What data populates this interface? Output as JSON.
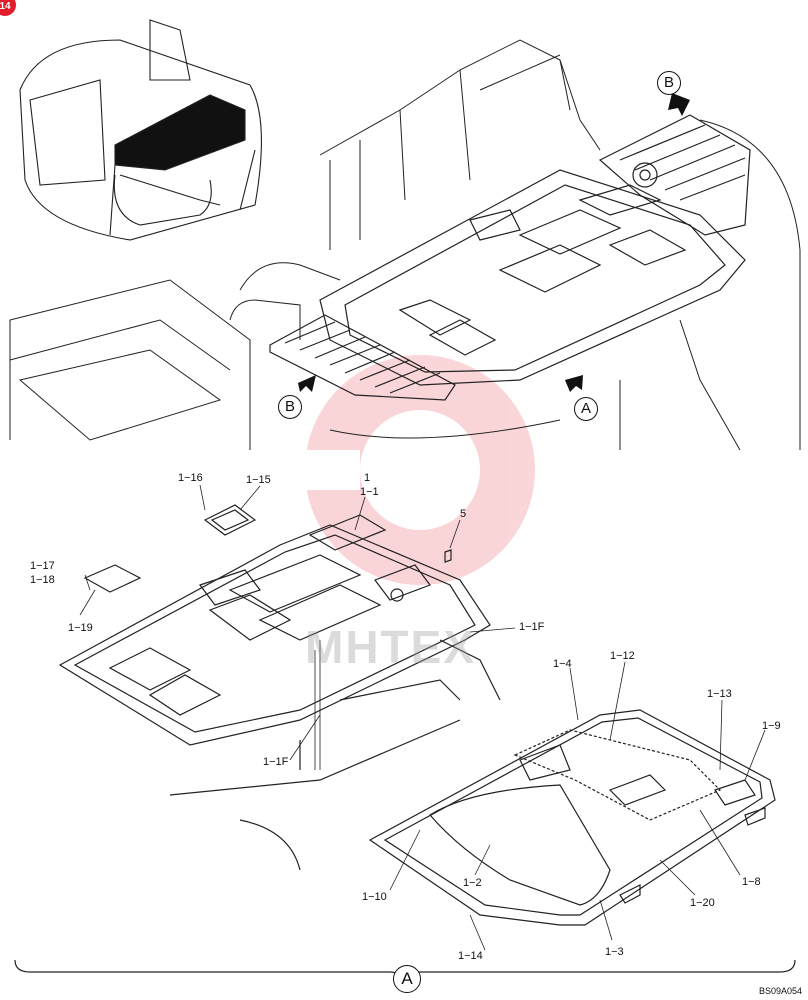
{
  "page": {
    "badge_text": "14",
    "drawing_code": "BS09A054",
    "watermark_text": "MHTEX",
    "accent_color": "#e11d2e",
    "line_color": "#222222"
  },
  "view_labels": {
    "view_a": "A",
    "view_b": "B",
    "bracket_a": "A"
  },
  "callouts": {
    "c_1": "1",
    "c_1_1": "1−1",
    "c_5": "5",
    "c_1_15": "1−15",
    "c_1_16": "1−16",
    "c_1_17": "1−17",
    "c_1_18": "1−18",
    "c_1_19": "1−19",
    "c_1_1f_top": "1−1F",
    "c_1_1f_bottom": "1−1F",
    "c_1_4": "1−4",
    "c_1_12": "1−12",
    "c_1_13": "1−13",
    "c_1_9": "1−9",
    "c_1_8": "1−8",
    "c_1_20": "1−20",
    "c_1_3": "1−3",
    "c_1_14": "1−14",
    "c_1_2": "1−2",
    "c_1_10": "1−10"
  }
}
